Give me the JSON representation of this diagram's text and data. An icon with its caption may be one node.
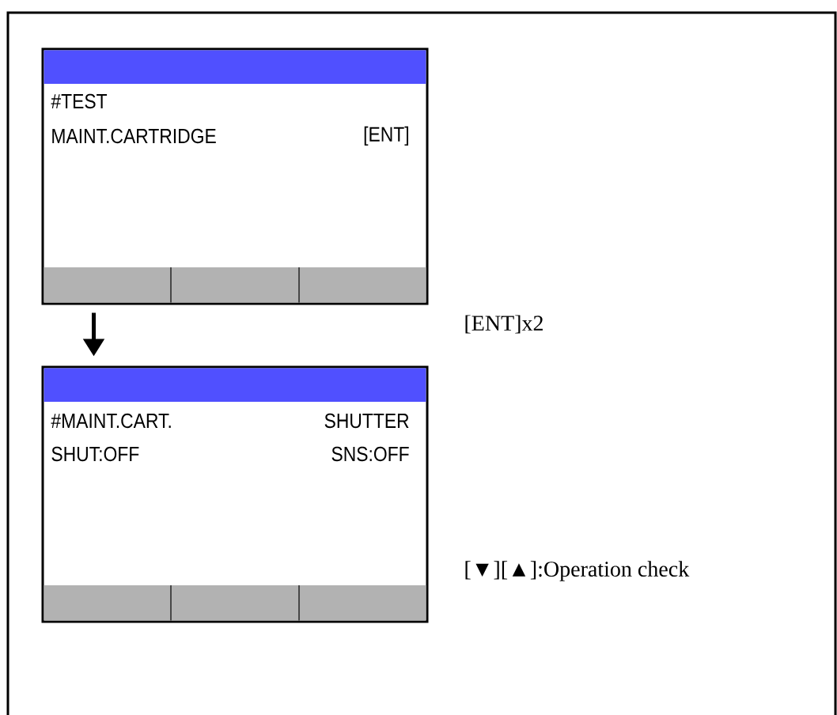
{
  "diagram": {
    "nodes": [
      {
        "text": [
          "#TEST",
          "MAINT.CARTRIDGE",
          "[ENT]"
        ]
      },
      {
        "text": [
          "#MAINT.CART.",
          "SHUTTER",
          "SHUT:OFF",
          "SNS:OFF"
        ]
      }
    ],
    "edges": [
      {
        "from": 0,
        "to": 1,
        "arrow": "to"
      }
    ],
    "labels": [
      "[ENT]x2",
      "[▼][▲]:Operation check"
    ]
  }
}
